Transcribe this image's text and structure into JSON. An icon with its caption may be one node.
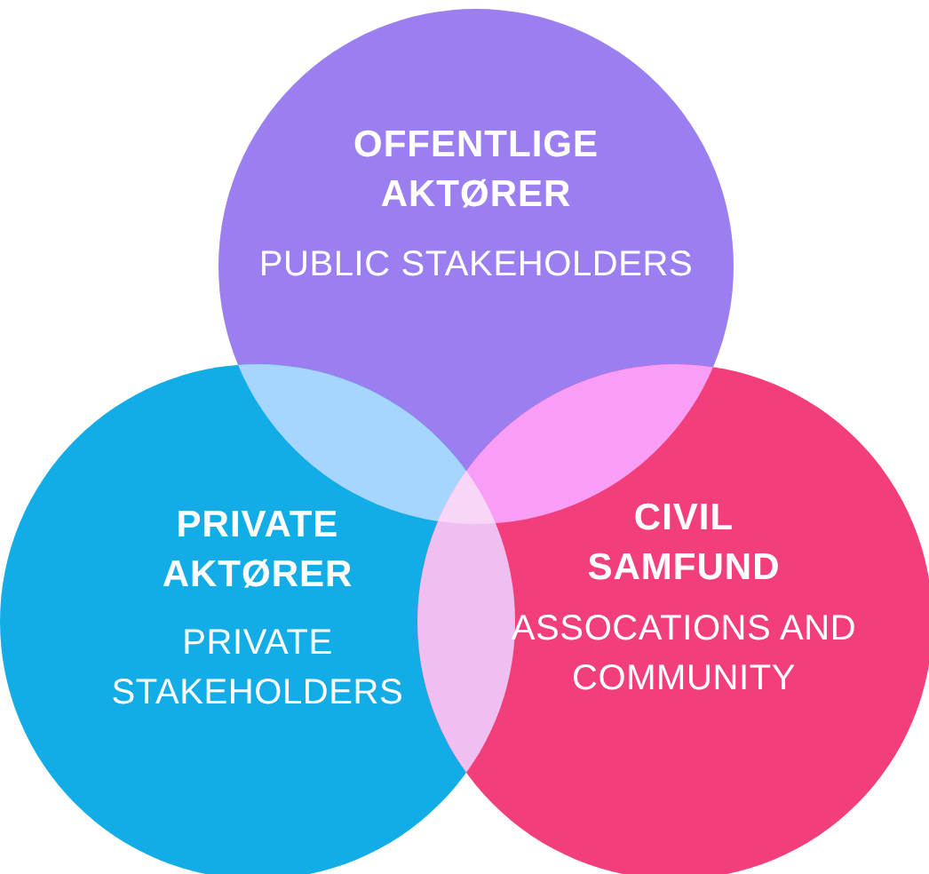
{
  "diagram": {
    "nodes": [
      {
        "text": [
          "OFFENTLIGE AKTØRER",
          "PUBLIC STAKEHOLDERS"
        ]
      },
      {
        "text": [
          "PRIVATE AKTØRER",
          "PRIVATE STAKEHOLDERS"
        ]
      },
      {
        "text": [
          "CIVIL SAMFUND",
          "ASSOCATIONS AND COMMUNITY"
        ]
      }
    ]
  }
}
